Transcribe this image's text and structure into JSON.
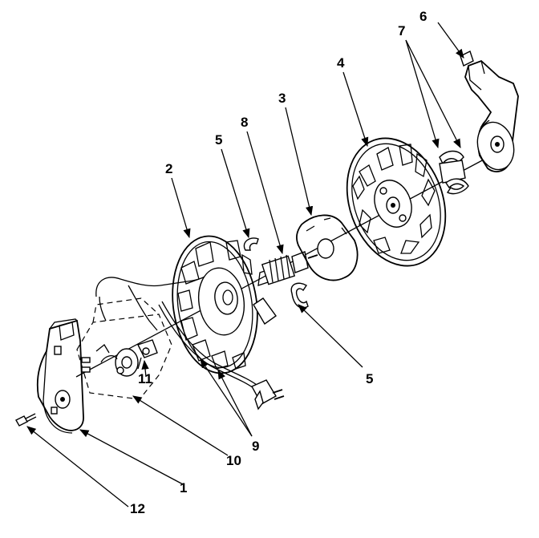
{
  "callouts": [
    {
      "id": "c1",
      "text": "1"
    },
    {
      "id": "c2",
      "text": "2"
    },
    {
      "id": "c3",
      "text": "3"
    },
    {
      "id": "c4",
      "text": "4"
    },
    {
      "id": "c5a",
      "text": "5"
    },
    {
      "id": "c5b",
      "text": "5"
    },
    {
      "id": "c6",
      "text": "6"
    },
    {
      "id": "c7",
      "text": "7"
    },
    {
      "id": "c8",
      "text": "8"
    },
    {
      "id": "c9",
      "text": "9"
    },
    {
      "id": "c10",
      "text": "10"
    },
    {
      "id": "c11",
      "text": "11"
    },
    {
      "id": "c12",
      "text": "12"
    }
  ]
}
